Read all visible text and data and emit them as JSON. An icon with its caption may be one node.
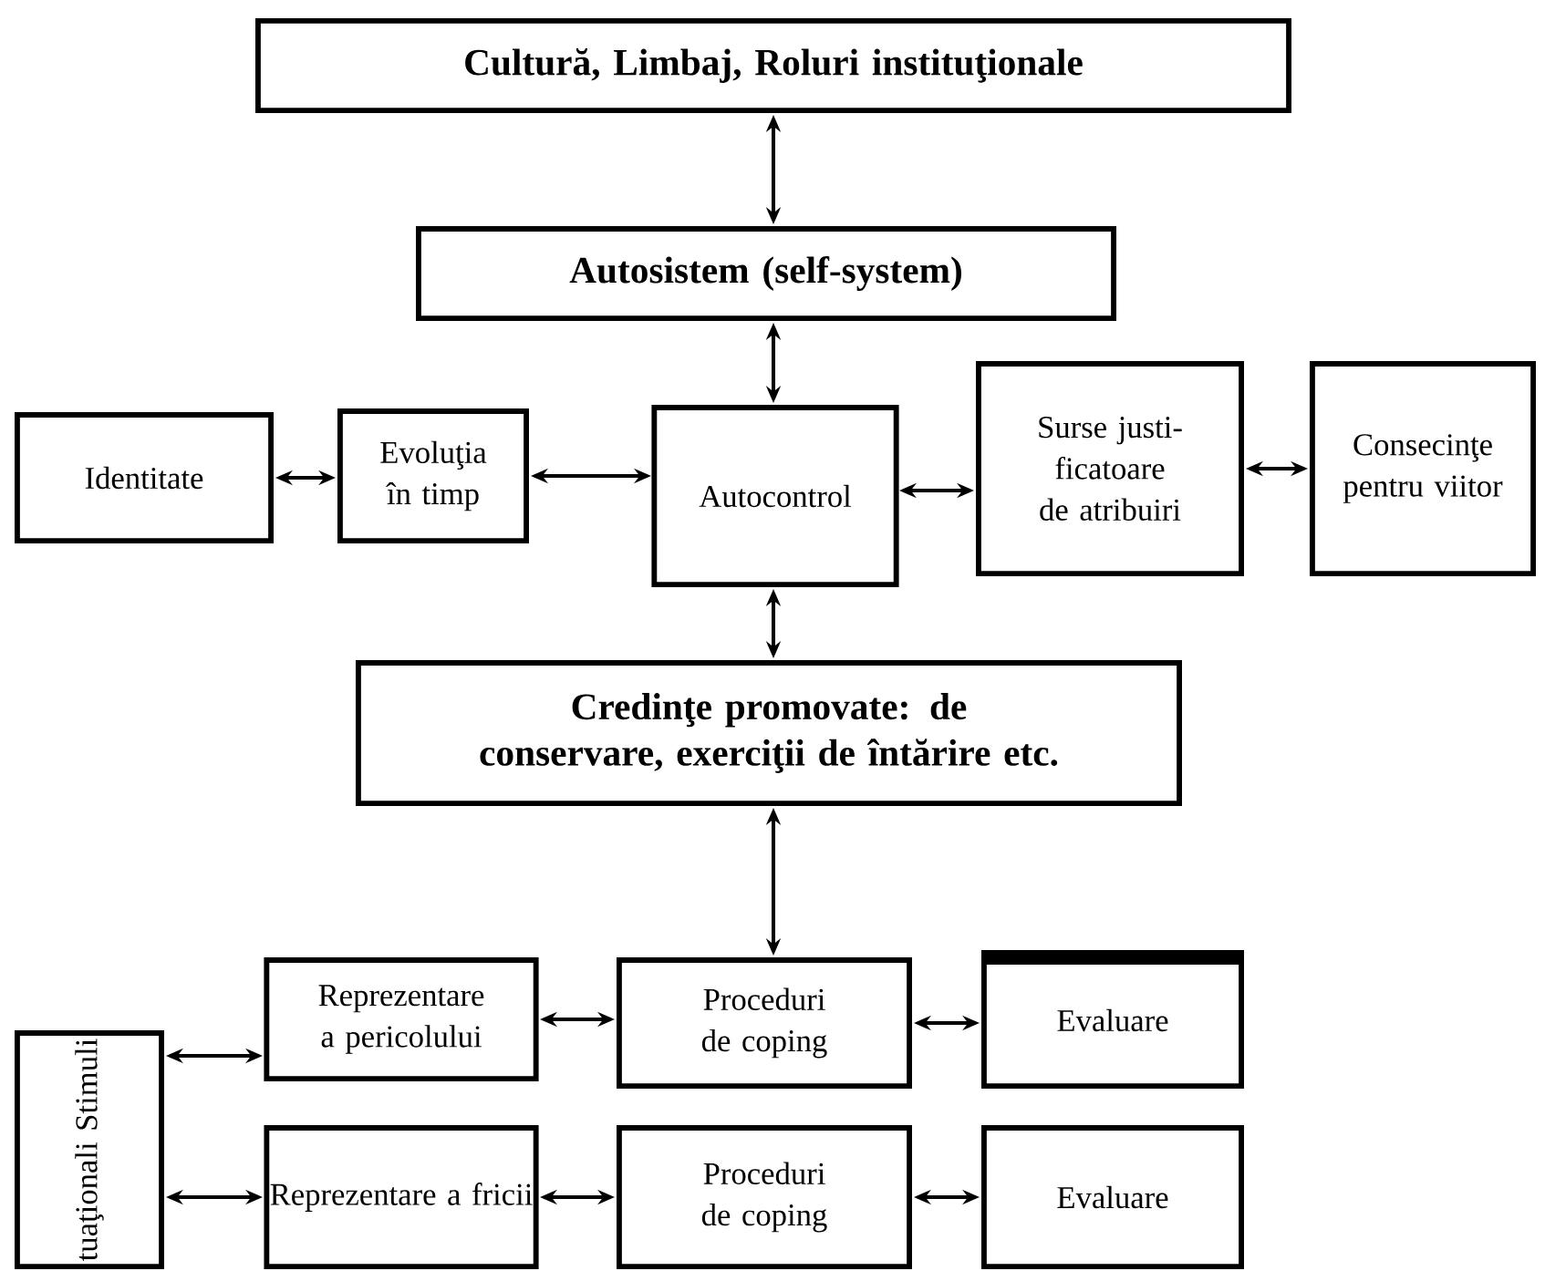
{
  "diagram": {
    "nodes": [
      {
        "text": [
          "Cultură, Limbaj, Roluri instituţionale"
        ]
      },
      {
        "text": [
          "Autosistem (self-system)"
        ]
      },
      {
        "text": [
          "Identitate"
        ]
      },
      {
        "text": [
          "Evoluţia în timp"
        ]
      },
      {
        "text": [
          "Autocontrol"
        ]
      },
      {
        "text": [
          "Surse justi- ficatoare de atribuiri"
        ]
      },
      {
        "text": [
          "Consecinţe pentru viitor"
        ]
      },
      {
        "text": [
          "Credinţe promovate: de conservare, exerciţii de întărire etc."
        ]
      },
      {
        "text": [
          "tuaţionali Stimuli"
        ]
      },
      {
        "text": [
          "Reprezentare a pericolului"
        ]
      },
      {
        "text": [
          "Proceduri de coping"
        ]
      },
      {
        "text": [
          "Evaluare"
        ]
      },
      {
        "text": [
          "Reprezentare a fricii"
        ]
      },
      {
        "text": [
          "Proceduri de coping"
        ]
      },
      {
        "text": [
          "Evaluare"
        ]
      }
    ],
    "edges": [
      {
        "from": 0,
        "to": 1,
        "arrow": "both"
      },
      {
        "from": 1,
        "to": 4,
        "arrow": "both"
      },
      {
        "from": 2,
        "to": 3,
        "arrow": "both"
      },
      {
        "from": 3,
        "to": 4,
        "arrow": "both"
      },
      {
        "from": 4,
        "to": 5,
        "arrow": "both"
      },
      {
        "from": 5,
        "to": 6,
        "arrow": "both"
      },
      {
        "from": 4,
        "to": 7,
        "arrow": "both"
      },
      {
        "from": 7,
        "to": 10,
        "arrow": "both"
      },
      {
        "from": 8,
        "to": 9,
        "arrow": "both"
      },
      {
        "from": 9,
        "to": 10,
        "arrow": "both"
      },
      {
        "from": 10,
        "to": 11,
        "arrow": "both"
      },
      {
        "from": 8,
        "to": 12,
        "arrow": "both"
      },
      {
        "from": 12,
        "to": 13,
        "arrow": "both"
      },
      {
        "from": 13,
        "to": 14,
        "arrow": "both"
      }
    ]
  }
}
